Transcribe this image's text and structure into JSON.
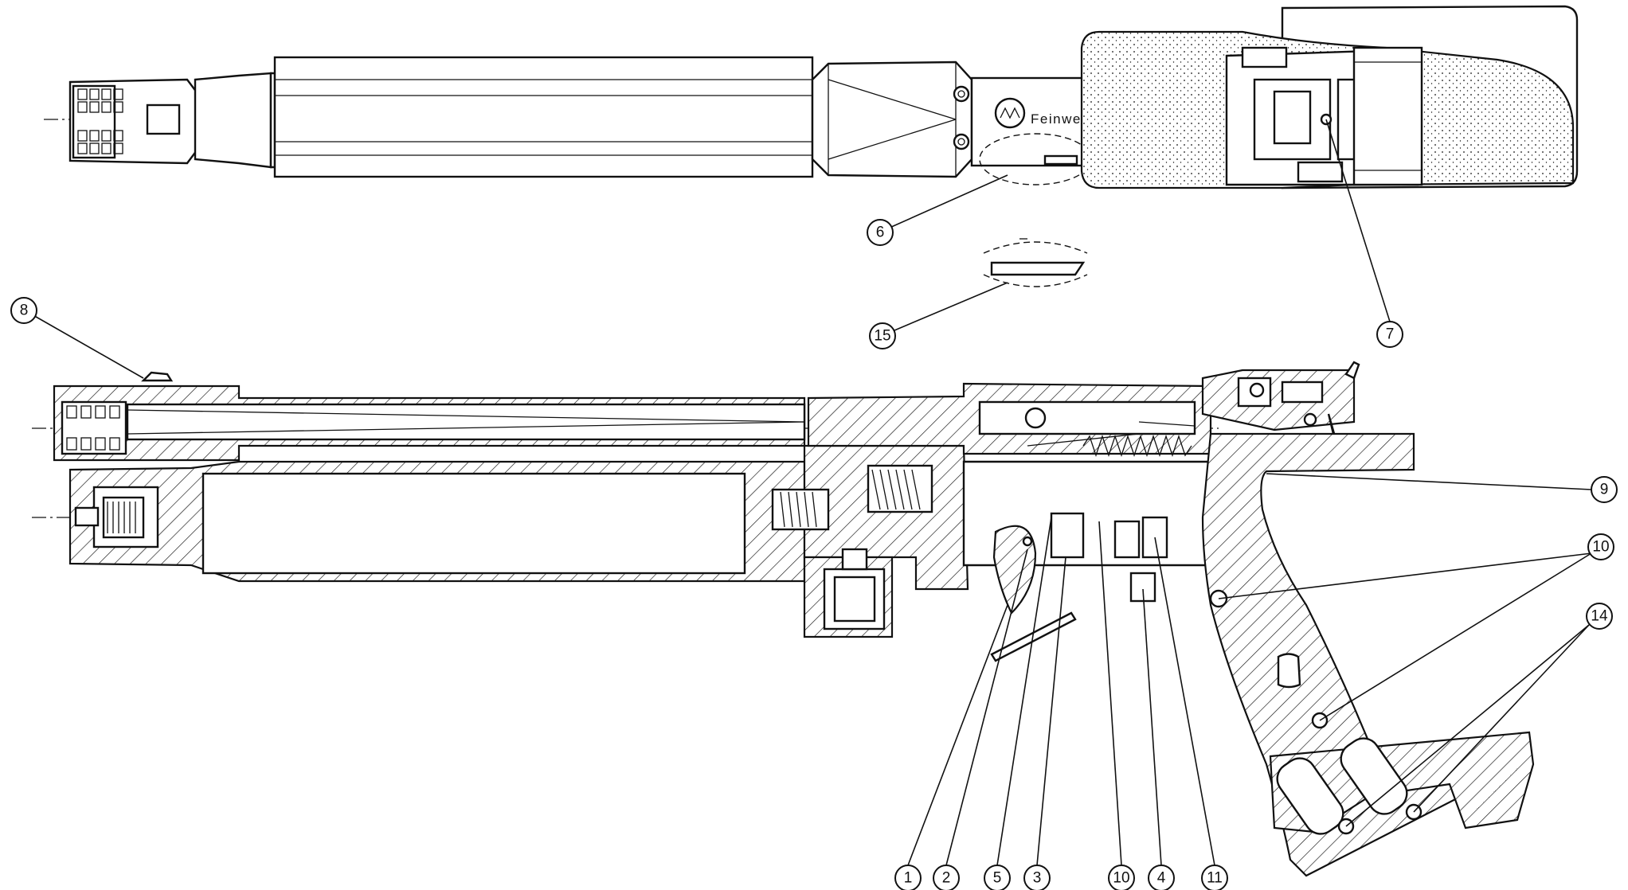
{
  "brand_text": "Feinwerkbau",
  "callouts": {
    "c6": "6",
    "c7": "7",
    "c15": "15",
    "c8": "8",
    "c9": "9",
    "c10a": "10",
    "c14": "14",
    "c1": "1",
    "c2": "2",
    "c5": "5",
    "c3": "3",
    "c10b": "10",
    "c4": "4",
    "c11": "11"
  }
}
